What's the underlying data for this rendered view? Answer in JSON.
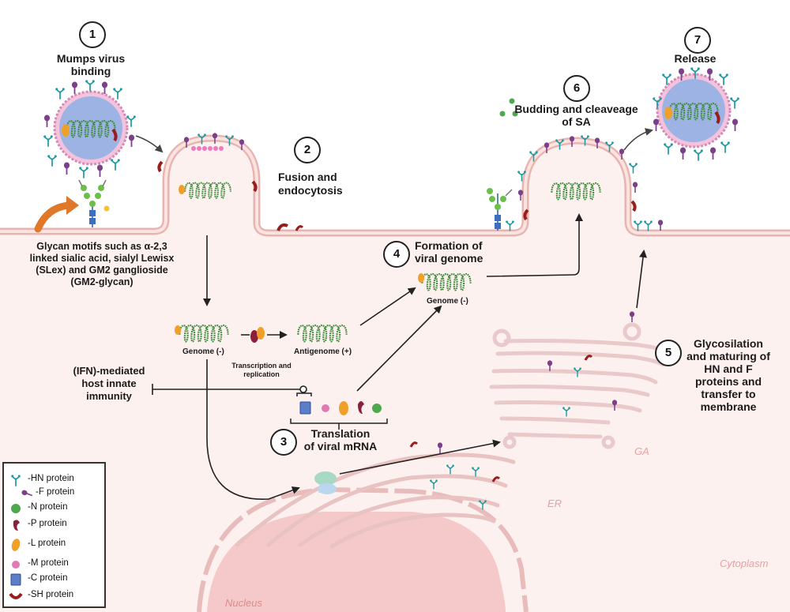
{
  "steps": [
    {
      "num": "1",
      "label": "Mumps virus binding"
    },
    {
      "num": "2",
      "label": "Fusion and endocytosis"
    },
    {
      "num": "3",
      "label": "Translation of viral mRNA"
    },
    {
      "num": "4",
      "label": "Formation of viral genome"
    },
    {
      "num": "5",
      "label": "Glycosilation and maturing of HN and F proteins and transfer to membrane"
    },
    {
      "num": "6",
      "label": "Budding and cleaveage of SA"
    },
    {
      "num": "7",
      "label": "Release"
    }
  ],
  "labels": {
    "step1_line1": "Mumps virus",
    "step1_line2": "binding",
    "step2_line1": "Fusion and",
    "step2_line2": "endocytosis",
    "step3_line1": "Translation",
    "step3_line2": "of viral mRNA",
    "step4_line1": "Formation of",
    "step4_line2": "viral genome",
    "step5_line1": "Glycosilation",
    "step5_line2": "and maturing of",
    "step5_line3": "HN and F",
    "step5_line4": "proteins and",
    "step5_line5": "transfer to",
    "step5_line6": "membrane",
    "step6_line1": "Budding and cleaveage",
    "step6_line2": "of SA",
    "step7": "Release",
    "glycan_line1": "Glycan motifs such as α-2,3",
    "glycan_line2": "linked sialic acid, sialyl Lewisx",
    "glycan_line3": "(SLex) and GM2 ganglioside",
    "glycan_line4": "(GM2-glycan)",
    "ifn_line1": "(IFN)-mediated",
    "ifn_line2": "host innate",
    "ifn_line3": "immunity",
    "genome_neg_1": "Genome (-)",
    "genome_neg_2": "Genome (-)",
    "antigenome": "Antigenome (+)",
    "transcription_line1": "Transcription and",
    "transcription_line2": "replication",
    "ga": "GA",
    "er": "ER",
    "cytoplasm": "Cytoplasm",
    "nucleus": "Nucleus"
  },
  "legend": [
    {
      "icon": "hn-protein-icon",
      "label": "-HN protein"
    },
    {
      "icon": "f-protein-icon",
      "label": "-F protein"
    },
    {
      "icon": "n-protein-icon",
      "label": "-N protein"
    },
    {
      "icon": "p-protein-icon",
      "label": "-P protein"
    },
    {
      "icon": "l-protein-icon",
      "label": "-L protein"
    },
    {
      "icon": "m-protein-icon",
      "label": "-M protein"
    },
    {
      "icon": "c-protein-icon",
      "label": "-C protein"
    },
    {
      "icon": "sh-protein-icon",
      "label": "-SH protein"
    }
  ],
  "colors": {
    "membrane": "#e8b4b0",
    "cytoplasm_fill": "#fdf1ef",
    "nucleus_fill": "#f5c9c9",
    "organelle": "#e9c2c2",
    "virus_core": "#9db3e3",
    "virus_envelope": "#d58ab8",
    "rna_green": "#3a8a3a",
    "hn_teal": "#1f9aa0",
    "f_purple": "#7b3f8c",
    "n_green": "#4ea84e",
    "p_maroon": "#8c1f3a",
    "l_orange": "#f0a028",
    "m_pink": "#e07ab5",
    "c_blue": "#5b7ec9",
    "sh_red": "#9a1c1c",
    "arrow_orange": "#e0782a"
  }
}
